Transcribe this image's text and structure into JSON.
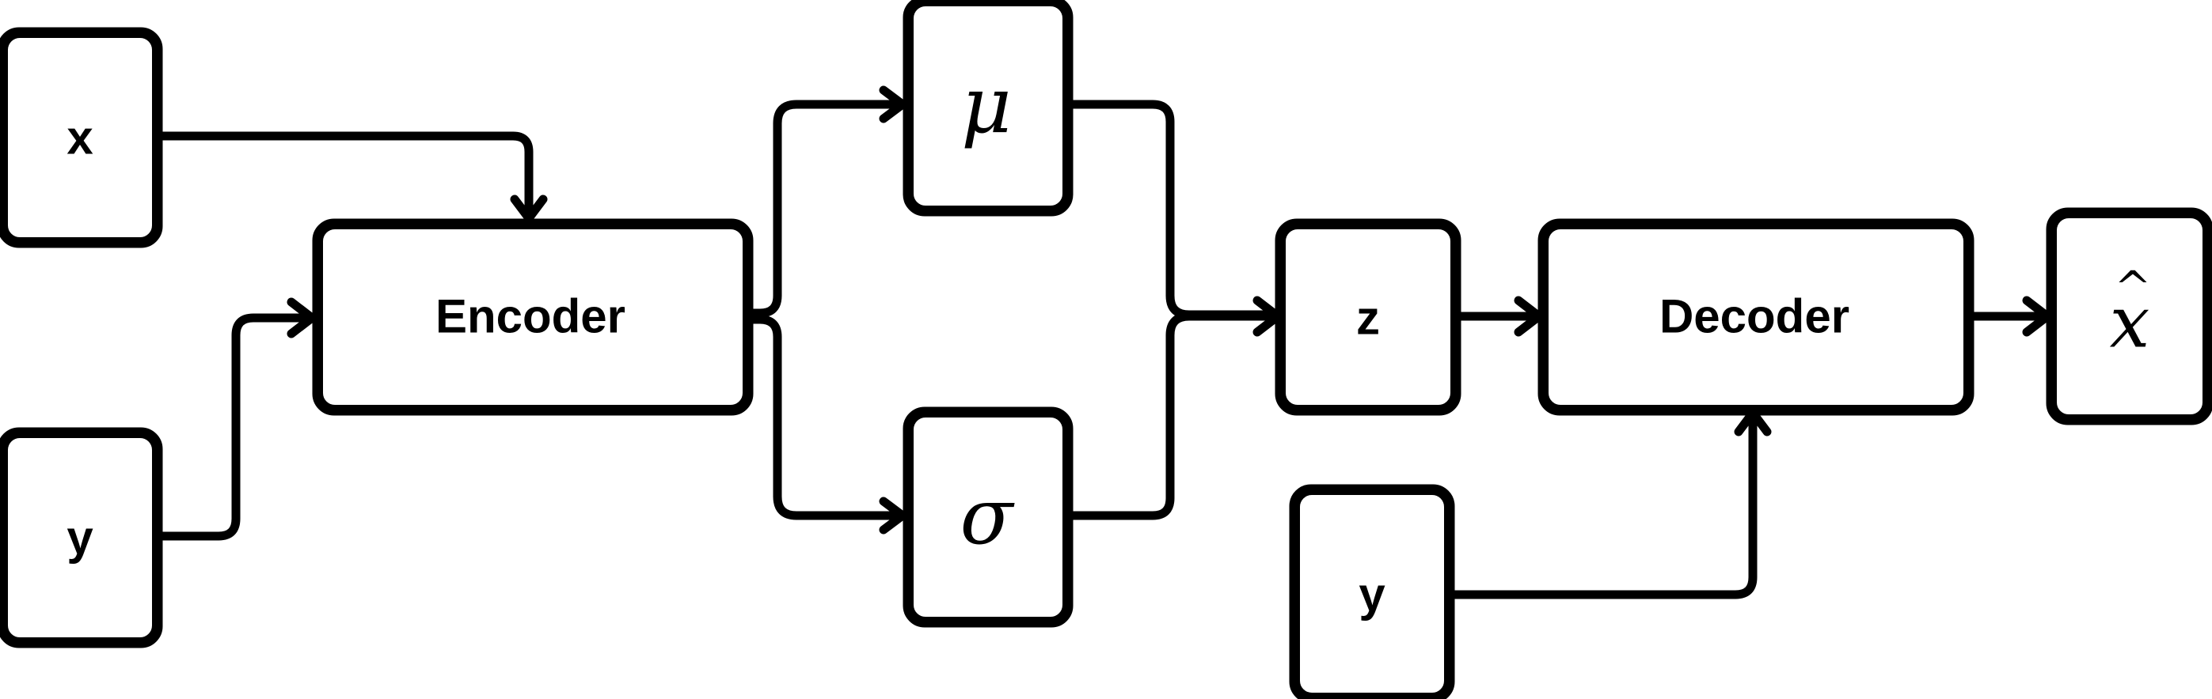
{
  "nodes": {
    "x": {
      "label": "x"
    },
    "y_top": {
      "label": "y"
    },
    "encoder": {
      "label": "Encoder"
    },
    "mu": {
      "label": "μ"
    },
    "sigma": {
      "label": "σ"
    },
    "z": {
      "label": "z"
    },
    "decoder": {
      "label": "Decoder"
    },
    "y_bottom": {
      "label": "y"
    },
    "x_hat": {
      "label": "x",
      "accent": "^"
    }
  },
  "edges": [
    {
      "from": "x",
      "to": "encoder"
    },
    {
      "from": "y_top",
      "to": "encoder"
    },
    {
      "from": "encoder",
      "to": "mu"
    },
    {
      "from": "encoder",
      "to": "sigma"
    },
    {
      "from": "mu",
      "to": "z"
    },
    {
      "from": "sigma",
      "to": "z"
    },
    {
      "from": "z",
      "to": "decoder"
    },
    {
      "from": "y_bottom",
      "to": "decoder"
    },
    {
      "from": "decoder",
      "to": "x_hat"
    }
  ],
  "colors": {
    "stroke": "#000000",
    "fill": "#ffffff"
  }
}
